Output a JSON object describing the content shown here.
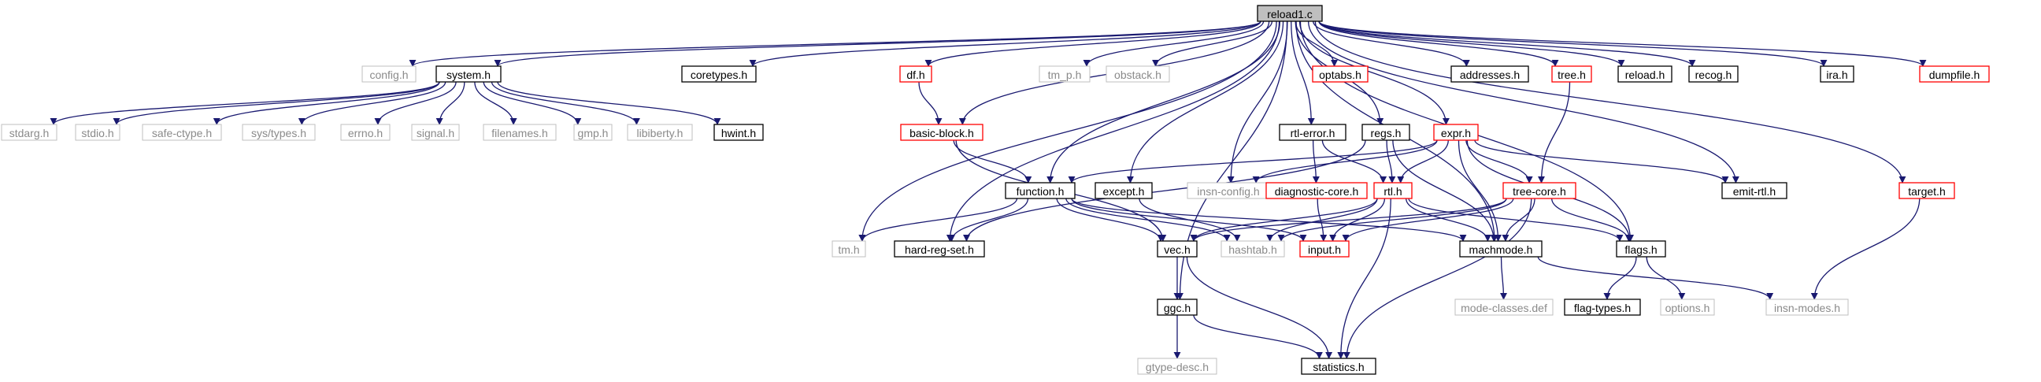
{
  "colors": {
    "edge": "#191970",
    "normal_border": "#000000",
    "gray_border": "#bfbfbf",
    "red_border": "#ff0000",
    "root_fill": "#bfbfbf",
    "text": "#000000",
    "gray_text": "#8a8a8a"
  },
  "nodes": [
    {
      "id": "reload1_c",
      "label": "reload1.c",
      "style": "root"
    },
    {
      "id": "config_h",
      "label": "config.h",
      "style": "gray"
    },
    {
      "id": "system_h",
      "label": "system.h",
      "style": "normal"
    },
    {
      "id": "coretypes_h",
      "label": "coretypes.h",
      "style": "normal"
    },
    {
      "id": "df_h",
      "label": "df.h",
      "style": "red"
    },
    {
      "id": "tm_p_h",
      "label": "tm_p.h",
      "style": "gray"
    },
    {
      "id": "obstack_h",
      "label": "obstack.h",
      "style": "gray"
    },
    {
      "id": "optabs_h",
      "label": "optabs.h",
      "style": "red"
    },
    {
      "id": "addresses_h",
      "label": "addresses.h",
      "style": "normal"
    },
    {
      "id": "tree_h",
      "label": "tree.h",
      "style": "red"
    },
    {
      "id": "reload_h",
      "label": "reload.h",
      "style": "normal"
    },
    {
      "id": "recog_h",
      "label": "recog.h",
      "style": "normal"
    },
    {
      "id": "ira_h",
      "label": "ira.h",
      "style": "normal"
    },
    {
      "id": "dumpfile_h",
      "label": "dumpfile.h",
      "style": "red"
    },
    {
      "id": "stdarg_h",
      "label": "stdarg.h",
      "style": "gray"
    },
    {
      "id": "stdio_h",
      "label": "stdio.h",
      "style": "gray"
    },
    {
      "id": "safe_ctype_h",
      "label": "safe-ctype.h",
      "style": "gray"
    },
    {
      "id": "sys_types_h",
      "label": "sys/types.h",
      "style": "gray"
    },
    {
      "id": "errno_h",
      "label": "errno.h",
      "style": "gray"
    },
    {
      "id": "signal_h",
      "label": "signal.h",
      "style": "gray"
    },
    {
      "id": "filenames_h",
      "label": "filenames.h",
      "style": "gray"
    },
    {
      "id": "gmp_h",
      "label": "gmp.h",
      "style": "gray"
    },
    {
      "id": "libiberty_h",
      "label": "libiberty.h",
      "style": "gray"
    },
    {
      "id": "hwint_h",
      "label": "hwint.h",
      "style": "normal"
    },
    {
      "id": "basic_block_h",
      "label": "basic-block.h",
      "style": "red"
    },
    {
      "id": "rtl_error_h",
      "label": "rtl-error.h",
      "style": "normal"
    },
    {
      "id": "regs_h",
      "label": "regs.h",
      "style": "normal"
    },
    {
      "id": "expr_h",
      "label": "expr.h",
      "style": "red"
    },
    {
      "id": "target_h",
      "label": "target.h",
      "style": "red"
    },
    {
      "id": "function_h",
      "label": "function.h",
      "style": "normal"
    },
    {
      "id": "except_h",
      "label": "except.h",
      "style": "normal"
    },
    {
      "id": "insn_config_h",
      "label": "insn-config.h",
      "style": "gray"
    },
    {
      "id": "diagnostic_core_h",
      "label": "diagnostic-core.h",
      "style": "red"
    },
    {
      "id": "rtl_h",
      "label": "rtl.h",
      "style": "red"
    },
    {
      "id": "tree_core_h",
      "label": "tree-core.h",
      "style": "red"
    },
    {
      "id": "emit_rtl_h",
      "label": "emit-rtl.h",
      "style": "normal"
    },
    {
      "id": "tm_h",
      "label": "tm.h",
      "style": "gray"
    },
    {
      "id": "hard_reg_set_h",
      "label": "hard-reg-set.h",
      "style": "normal"
    },
    {
      "id": "vec_h",
      "label": "vec.h",
      "style": "normal"
    },
    {
      "id": "hashtab_h",
      "label": "hashtab.h",
      "style": "gray"
    },
    {
      "id": "input_h",
      "label": "input.h",
      "style": "red"
    },
    {
      "id": "machmode_h",
      "label": "machmode.h",
      "style": "normal"
    },
    {
      "id": "flags_h",
      "label": "flags.h",
      "style": "normal"
    },
    {
      "id": "ggc_h",
      "label": "ggc.h",
      "style": "normal"
    },
    {
      "id": "mode_classes_def",
      "label": "mode-classes.def",
      "style": "gray"
    },
    {
      "id": "flag_types_h",
      "label": "flag-types.h",
      "style": "normal"
    },
    {
      "id": "options_h",
      "label": "options.h",
      "style": "gray"
    },
    {
      "id": "insn_modes_h",
      "label": "insn-modes.h",
      "style": "gray"
    },
    {
      "id": "gtype_desc_h",
      "label": "gtype-desc.h",
      "style": "gray"
    },
    {
      "id": "statistics_h",
      "label": "statistics.h",
      "style": "normal"
    }
  ],
  "edges": [
    [
      "reload1_c",
      "config_h"
    ],
    [
      "reload1_c",
      "system_h"
    ],
    [
      "reload1_c",
      "coretypes_h"
    ],
    [
      "reload1_c",
      "df_h"
    ],
    [
      "reload1_c",
      "tm_p_h"
    ],
    [
      "reload1_c",
      "obstack_h"
    ],
    [
      "reload1_c",
      "optabs_h"
    ],
    [
      "reload1_c",
      "addresses_h"
    ],
    [
      "reload1_c",
      "tree_h"
    ],
    [
      "reload1_c",
      "reload_h"
    ],
    [
      "reload1_c",
      "recog_h"
    ],
    [
      "reload1_c",
      "ira_h"
    ],
    [
      "reload1_c",
      "dumpfile_h"
    ],
    [
      "reload1_c",
      "basic_block_h"
    ],
    [
      "reload1_c",
      "rtl_error_h"
    ],
    [
      "reload1_c",
      "regs_h"
    ],
    [
      "reload1_c",
      "expr_h"
    ],
    [
      "reload1_c",
      "target_h"
    ],
    [
      "reload1_c",
      "function_h"
    ],
    [
      "reload1_c",
      "except_h"
    ],
    [
      "reload1_c",
      "insn_config_h"
    ],
    [
      "reload1_c",
      "emit_rtl_h"
    ],
    [
      "reload1_c",
      "tm_h"
    ],
    [
      "reload1_c",
      "hard_reg_set_h"
    ],
    [
      "reload1_c",
      "machmode_h"
    ],
    [
      "reload1_c",
      "flags_h"
    ],
    [
      "reload1_c",
      "ggc_h"
    ],
    [
      "system_h",
      "stdarg_h"
    ],
    [
      "system_h",
      "stdio_h"
    ],
    [
      "system_h",
      "safe_ctype_h"
    ],
    [
      "system_h",
      "sys_types_h"
    ],
    [
      "system_h",
      "errno_h"
    ],
    [
      "system_h",
      "signal_h"
    ],
    [
      "system_h",
      "filenames_h"
    ],
    [
      "system_h",
      "gmp_h"
    ],
    [
      "system_h",
      "libiberty_h"
    ],
    [
      "system_h",
      "hwint_h"
    ],
    [
      "df_h",
      "basic_block_h"
    ],
    [
      "basic_block_h",
      "function_h"
    ],
    [
      "basic_block_h",
      "vec_h"
    ],
    [
      "tree_h",
      "tree_core_h"
    ],
    [
      "rtl_error_h",
      "diagnostic_core_h"
    ],
    [
      "rtl_error_h",
      "rtl_h"
    ],
    [
      "diagnostic_core_h",
      "input_h"
    ],
    [
      "regs_h",
      "rtl_h"
    ],
    [
      "regs_h",
      "machmode_h"
    ],
    [
      "regs_h",
      "hard_reg_set_h"
    ],
    [
      "expr_h",
      "function_h"
    ],
    [
      "expr_h",
      "insn_config_h"
    ],
    [
      "expr_h",
      "rtl_h"
    ],
    [
      "expr_h",
      "tree_core_h"
    ],
    [
      "expr_h",
      "emit_rtl_h"
    ],
    [
      "expr_h",
      "machmode_h"
    ],
    [
      "expr_h",
      "flags_h"
    ],
    [
      "function_h",
      "tm_h"
    ],
    [
      "function_h",
      "hard_reg_set_h"
    ],
    [
      "function_h",
      "vec_h"
    ],
    [
      "function_h",
      "hashtab_h"
    ],
    [
      "function_h",
      "input_h"
    ],
    [
      "function_h",
      "machmode_h"
    ],
    [
      "except_h",
      "hashtab_h"
    ],
    [
      "rtl_h",
      "vec_h"
    ],
    [
      "rtl_h",
      "hashtab_h"
    ],
    [
      "rtl_h",
      "input_h"
    ],
    [
      "rtl_h",
      "machmode_h"
    ],
    [
      "rtl_h",
      "flags_h"
    ],
    [
      "rtl_h",
      "statistics_h"
    ],
    [
      "tree_core_h",
      "vec_h"
    ],
    [
      "tree_core_h",
      "hashtab_h"
    ],
    [
      "tree_core_h",
      "input_h"
    ],
    [
      "tree_core_h",
      "machmode_h"
    ],
    [
      "tree_core_h",
      "flags_h"
    ],
    [
      "tree_core_h",
      "statistics_h"
    ],
    [
      "vec_h",
      "ggc_h"
    ],
    [
      "vec_h",
      "statistics_h"
    ],
    [
      "ggc_h",
      "gtype_desc_h"
    ],
    [
      "ggc_h",
      "statistics_h"
    ],
    [
      "machmode_h",
      "mode_classes_def"
    ],
    [
      "machmode_h",
      "insn_modes_h"
    ],
    [
      "flags_h",
      "flag_types_h"
    ],
    [
      "flags_h",
      "options_h"
    ],
    [
      "target_h",
      "insn_modes_h"
    ]
  ]
}
